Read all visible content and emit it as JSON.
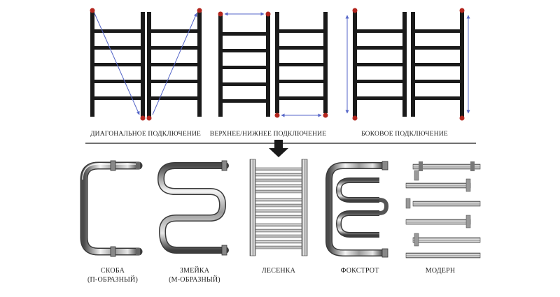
{
  "connections": {
    "diagonal": "ДИАГОНАЛЬНОЕ ПОДКЛЮЧЕНИЕ",
    "top_bottom": "ВЕРХНЕЕ/НИЖНЕЕ ПОДКЛЮЧЕНИЕ",
    "side": "БОКОВОЕ ПОДКЛЮЧЕНИЕ"
  },
  "shapes": [
    {
      "name": "СКОБА",
      "sub": "(П-ОБРАЗНЫЙ)"
    },
    {
      "name": "ЗМЕЙКА",
      "sub": "(М-ОБРАЗНЫЙ)"
    },
    {
      "name": "ЛЕСЕНКА",
      "sub": ""
    },
    {
      "name": "ФОКСТРОТ",
      "sub": ""
    },
    {
      "name": "МОДЕРН",
      "sub": ""
    }
  ],
  "colors": {
    "rail": "#1a1a1a",
    "connection_point": "#b3261e",
    "arrow": "#5566c8",
    "chrome_light": "#f2f2f2",
    "chrome_dark": "#555555"
  }
}
